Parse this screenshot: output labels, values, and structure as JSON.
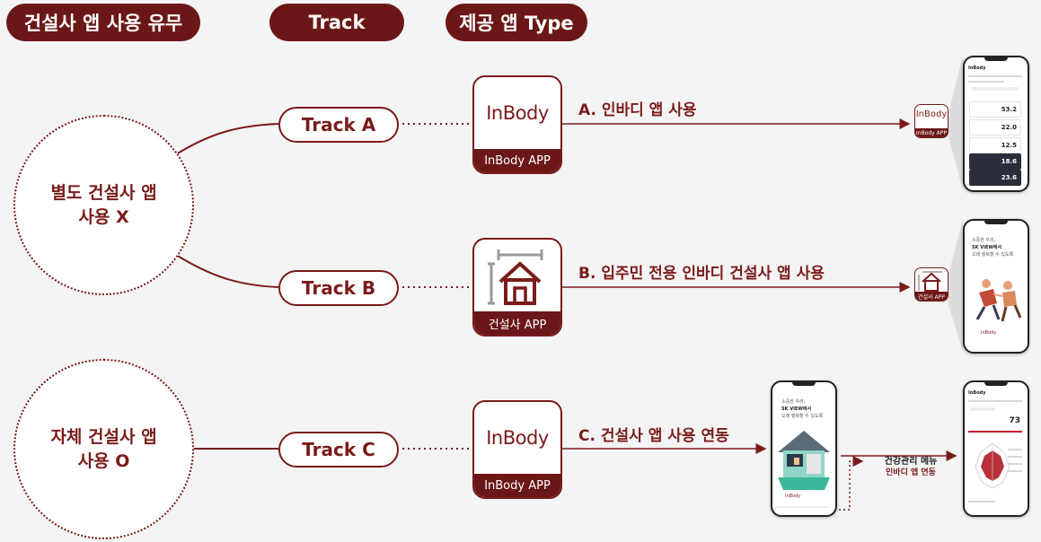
{
  "colors": {
    "accent": "#7a1b1b",
    "background": "#f4f4f4"
  },
  "headers": {
    "builder_app_usage": "건설사 앱 사용 유무",
    "track": "Track",
    "provided_app_type": "제공 앱 Type"
  },
  "groups": [
    {
      "line1": "별도 건설사 앱",
      "line2": "사용 X"
    },
    {
      "line1": "자체 건설사 앱",
      "line2": "사용 O"
    }
  ],
  "tracks": [
    {
      "label": "Track A",
      "app_caption": "InBody APP",
      "app_logo": "InBody",
      "route": "A. 인바디 앱 사용",
      "mini_caption": "InBody APP",
      "mini_logo": "InBody"
    },
    {
      "label": "Track B",
      "app_caption": "건설사 APP",
      "app_logo": "house-icon",
      "route": "B. 입주민 전용 인바디 건설사 앱 사용",
      "mini_caption": "건설사 APP",
      "mini_logo": "house-icon"
    },
    {
      "label": "Track C",
      "app_caption": "InBody APP",
      "app_logo": "InBody",
      "route": "C. 건설사 앱 사용 연동"
    }
  ],
  "health_link": {
    "line1": "건강관리 메뉴",
    "line2": "인바디 앱 연동"
  },
  "phone_a": {
    "brand": "InBody",
    "values": [
      "53.2",
      "22.0",
      "12.5",
      "18.6",
      "23.6"
    ]
  },
  "phone_b": {
    "line1": "소중한 우리,",
    "line2": "SK VIEW에서",
    "line3": "오래 행복할 수 있도록",
    "brand": "InBody"
  },
  "phone_c": {
    "line1": "소중한 우리,",
    "line2": "SK VIEW에서",
    "line3": "오래 행복할 수 있도록",
    "brand": "InBody"
  },
  "phone_d": {
    "brand": "InBody",
    "score": "73"
  }
}
